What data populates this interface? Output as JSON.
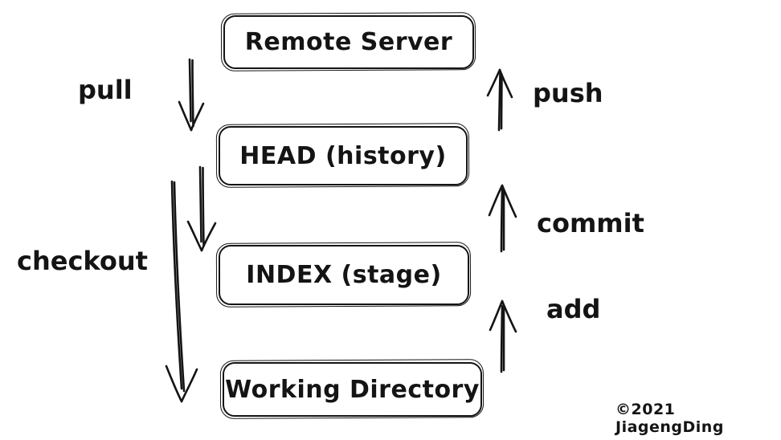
{
  "diagram": {
    "nodes": [
      {
        "label": "Remote Server"
      },
      {
        "label": "HEAD (history)"
      },
      {
        "label": "INDEX (stage)"
      },
      {
        "label": "Working Directory"
      }
    ],
    "edges": [
      {
        "label": "pull",
        "direction": "down",
        "from": "Remote Server",
        "to": "HEAD (history)"
      },
      {
        "label": "push",
        "direction": "up",
        "from": "HEAD (history)",
        "to": "Remote Server"
      },
      {
        "label": "checkout",
        "direction": "down",
        "from": "HEAD (history)",
        "to": "Working Directory"
      },
      {
        "label": "",
        "direction": "down",
        "from": "HEAD (history)",
        "to": "INDEX (stage)"
      },
      {
        "label": "commit",
        "direction": "up",
        "from": "INDEX (stage)",
        "to": "HEAD (history)"
      },
      {
        "label": "add",
        "direction": "up",
        "from": "Working Directory",
        "to": "INDEX (stage)"
      }
    ],
    "copyright": "©2021 JiagengDing",
    "colors": {
      "ink": "#141414",
      "background": "#ffffff"
    }
  }
}
